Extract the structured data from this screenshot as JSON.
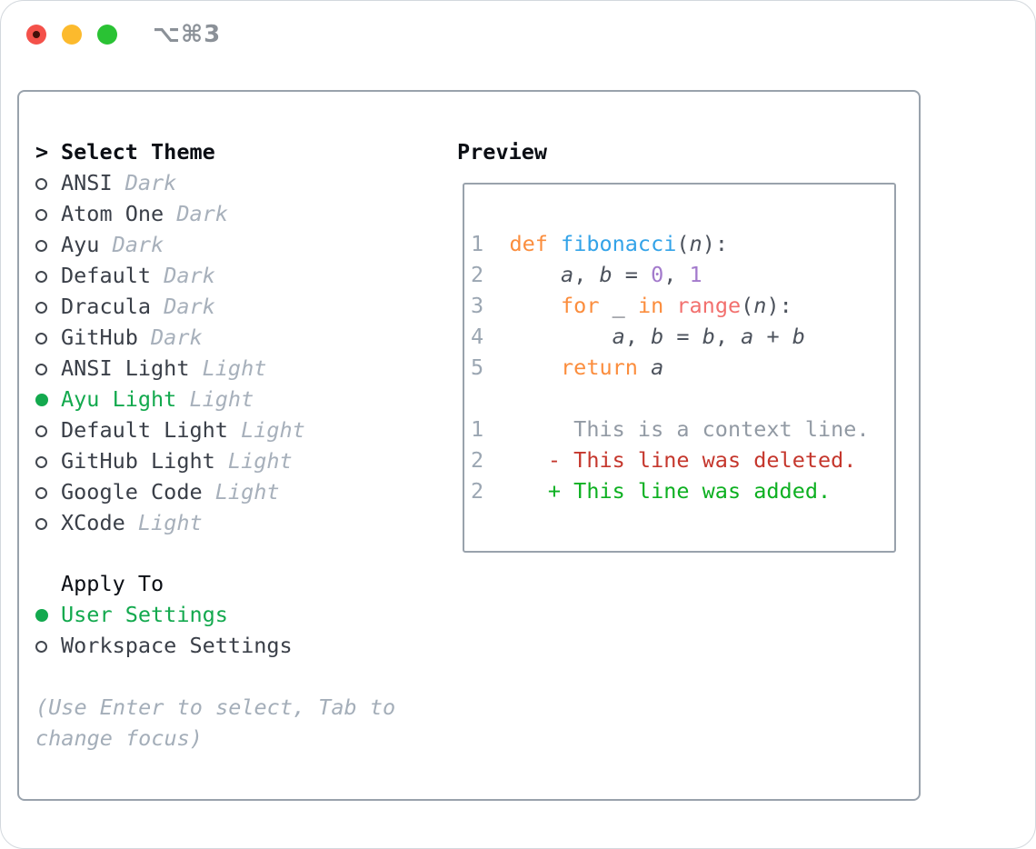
{
  "titlebar": {
    "shortcut": "⌥⌘3",
    "buttons": [
      "close-button",
      "minimize-button",
      "zoom-button"
    ]
  },
  "theme_panel": {
    "header": {
      "prompt": ">",
      "label": "Select Theme"
    },
    "themes": [
      {
        "name": "ANSI",
        "variant": "Dark",
        "selected": false
      },
      {
        "name": "Atom One",
        "variant": "Dark",
        "selected": false
      },
      {
        "name": "Ayu",
        "variant": "Dark",
        "selected": false
      },
      {
        "name": "Default",
        "variant": "Dark",
        "selected": false
      },
      {
        "name": "Dracula",
        "variant": "Dark",
        "selected": false
      },
      {
        "name": "GitHub",
        "variant": "Dark",
        "selected": false
      },
      {
        "name": "ANSI Light",
        "variant": "Light",
        "selected": false
      },
      {
        "name": "Ayu Light",
        "variant": "Light",
        "selected": true
      },
      {
        "name": "Default Light",
        "variant": "Light",
        "selected": false
      },
      {
        "name": "GitHub Light",
        "variant": "Light",
        "selected": false
      },
      {
        "name": "Google Code",
        "variant": "Light",
        "selected": false
      },
      {
        "name": "XCode",
        "variant": "Light",
        "selected": false
      }
    ],
    "apply_to": {
      "label": "Apply To",
      "options": [
        {
          "name": "User Settings",
          "selected": true
        },
        {
          "name": "Workspace Settings",
          "selected": false
        }
      ]
    },
    "hint_line1": "(Use Enter to select, Tab to",
    "hint_line2": "change focus)"
  },
  "preview": {
    "label": "Preview",
    "code_lines": [
      {
        "n": "1",
        "tokens": [
          {
            "c": "kw",
            "t": "def"
          },
          {
            "c": "pl",
            "t": " "
          },
          {
            "c": "fn",
            "t": "fibonacci"
          },
          {
            "c": "pl",
            "t": "("
          },
          {
            "c": "id",
            "t": "n"
          },
          {
            "c": "pl",
            "t": "):"
          }
        ]
      },
      {
        "n": "2",
        "tokens": [
          {
            "c": "pl",
            "t": "    "
          },
          {
            "c": "id",
            "t": "a"
          },
          {
            "c": "pl",
            "t": ", "
          },
          {
            "c": "id",
            "t": "b"
          },
          {
            "c": "pl",
            "t": " = "
          },
          {
            "c": "num",
            "t": "0"
          },
          {
            "c": "pl",
            "t": ", "
          },
          {
            "c": "num",
            "t": "1"
          }
        ]
      },
      {
        "n": "3",
        "tokens": [
          {
            "c": "pl",
            "t": "    "
          },
          {
            "c": "kw",
            "t": "for"
          },
          {
            "c": "pl",
            "t": " _ "
          },
          {
            "c": "kw",
            "t": "in"
          },
          {
            "c": "pl",
            "t": " "
          },
          {
            "c": "bi",
            "t": "range"
          },
          {
            "c": "pl",
            "t": "("
          },
          {
            "c": "id",
            "t": "n"
          },
          {
            "c": "pl",
            "t": "):"
          }
        ]
      },
      {
        "n": "4",
        "tokens": [
          {
            "c": "pl",
            "t": "        "
          },
          {
            "c": "id",
            "t": "a"
          },
          {
            "c": "pl",
            "t": ", "
          },
          {
            "c": "id",
            "t": "b"
          },
          {
            "c": "pl",
            "t": " = "
          },
          {
            "c": "id",
            "t": "b"
          },
          {
            "c": "pl",
            "t": ", "
          },
          {
            "c": "id",
            "t": "a"
          },
          {
            "c": "pl",
            "t": " + "
          },
          {
            "c": "id",
            "t": "b"
          }
        ]
      },
      {
        "n": "5",
        "tokens": [
          {
            "c": "pl",
            "t": "    "
          },
          {
            "c": "kw",
            "t": "return"
          },
          {
            "c": "pl",
            "t": " "
          },
          {
            "c": "id",
            "t": "a"
          }
        ]
      }
    ],
    "diff_lines": [
      {
        "n": "1",
        "kind": "ctx",
        "text": "     This is a context line."
      },
      {
        "n": "2",
        "kind": "del",
        "text": "   - This line was deleted."
      },
      {
        "n": "2",
        "kind": "add",
        "text": "   + This line was added."
      }
    ]
  },
  "colors": {
    "selected_green": "#13a94e",
    "added_green": "#0db021",
    "deleted_red": "#c5372d",
    "keyword_orange": "#fb8d3d",
    "function_blue": "#33a3e8",
    "number_purple": "#a37acc",
    "builtin_coral": "#f2706e",
    "muted_gray": "#a7b0bb",
    "panel_border": "#99a2ac",
    "traffic_red": "#f4514a",
    "traffic_yellow": "#fcba2d",
    "traffic_green": "#2ac234"
  }
}
